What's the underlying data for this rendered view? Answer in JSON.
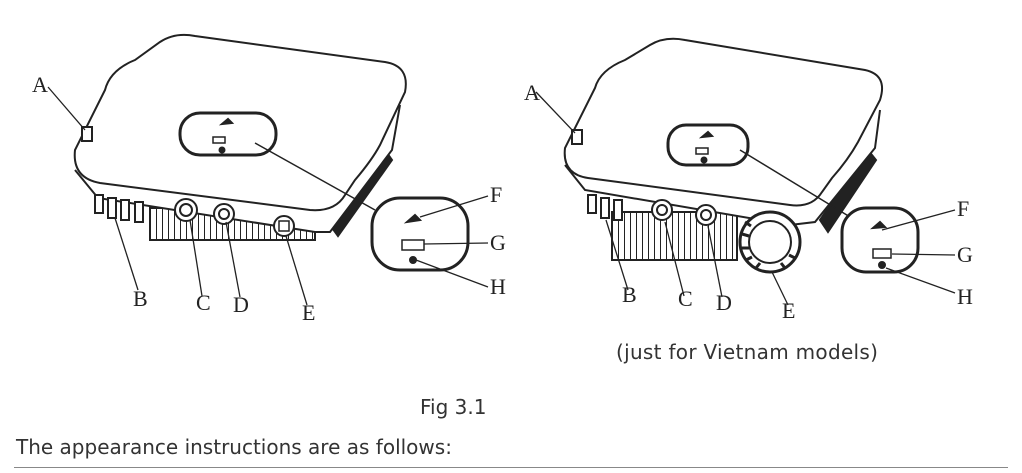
{
  "figure": {
    "left_labels": [
      "A",
      "B",
      "C",
      "D",
      "E",
      "F",
      "G",
      "H"
    ],
    "right_labels": [
      "A",
      "B",
      "C",
      "D",
      "E",
      "F",
      "G",
      "H"
    ],
    "right_note": "(just for Vietnam models)",
    "caption": "Fig 3.1"
  },
  "text": {
    "intro": "The appearance instructions are as follows:"
  }
}
